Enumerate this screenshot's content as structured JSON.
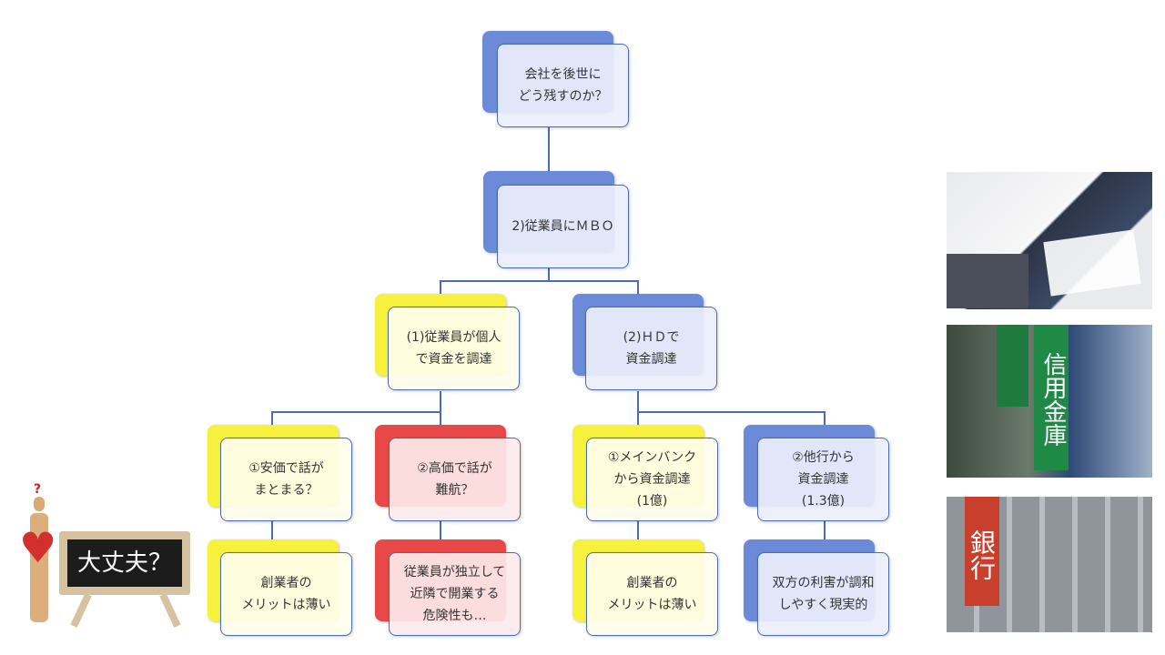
{
  "nodes": {
    "root": "会社を後世に\nどう残すのか？",
    "l1": "2)従業員にＭＢＯ",
    "l2a": "(1)従業員が個人\nで資金を調達",
    "l2b": "(2)ＨＤで\n資金調達",
    "l3a": "①安価で話が\nまとまる？",
    "l3b": "②高価で話が\n難航？",
    "l3c": "①メインバンク\nから資金調達\n(1億)",
    "l3d": "②他行から\n資金調達\n(1.3億)",
    "l4a": "創業者の\nメリットは薄い",
    "l4b": "従業員が独立して\n近隣で開業する\n危険性も…",
    "l4c": "創業者の\nメリットは薄い",
    "l4d": "双方の利害が調和\nしやすく現実的"
  },
  "illustration": {
    "board_text": "大丈夫？",
    "question_mark": "?"
  },
  "photos": {
    "bank_sign_1": "信用金庫",
    "bank_sign_2": "銀行"
  },
  "colors": {
    "yellow": "#f6f23c",
    "red": "#e84848",
    "blue": "#6b8ad8",
    "line": "#4a6cb3"
  }
}
